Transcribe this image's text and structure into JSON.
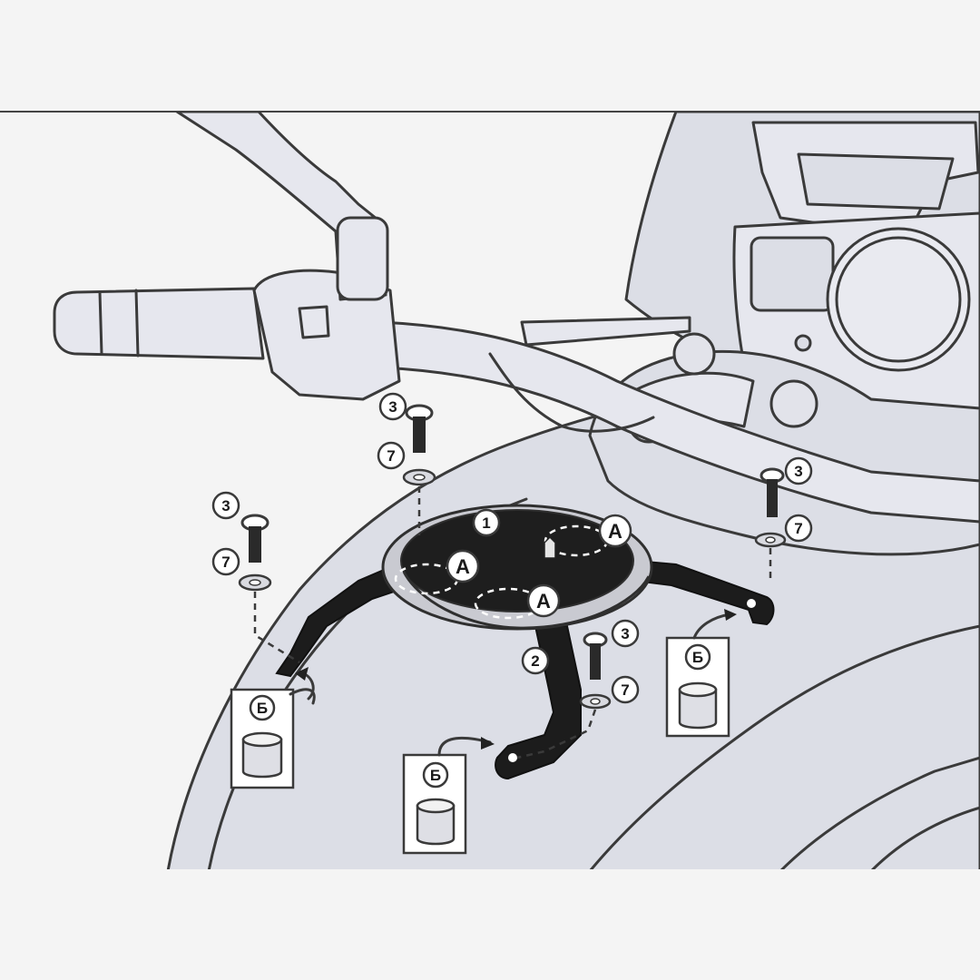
{
  "callouts": {
    "part_1": "1",
    "part_2": "2",
    "screw_left": "3",
    "washer_left": "7",
    "screw_top": "3",
    "washer_top": "7",
    "screw_right": "3",
    "washer_right": "7",
    "screw_center": "3",
    "washer_center": "7",
    "point_a_1": "A",
    "point_a_2": "A",
    "point_a_3": "A",
    "spacer_left_label": "Б",
    "spacer_center_label": "Б",
    "spacer_right_label": "Б"
  }
}
